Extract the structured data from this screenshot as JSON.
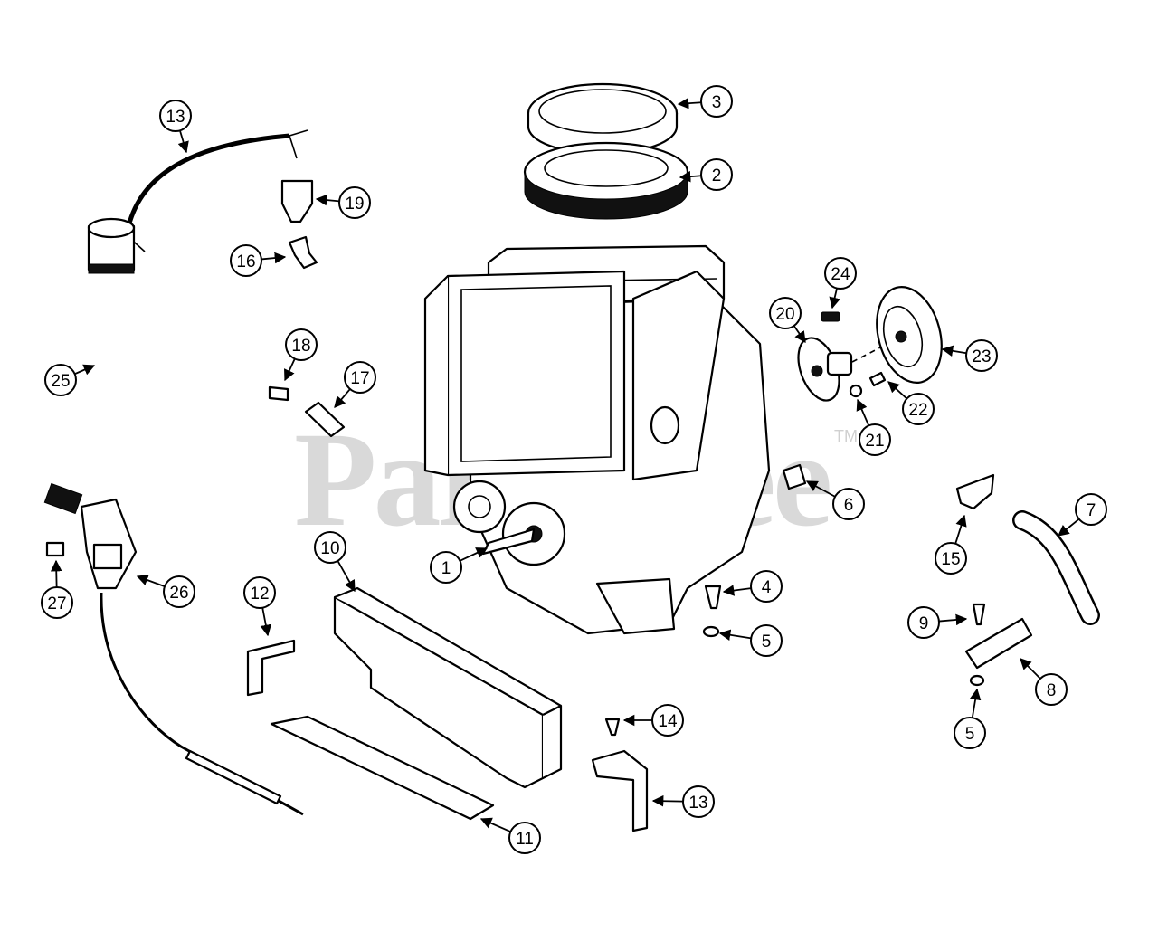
{
  "watermark": {
    "text": "PartsTree",
    "trademark": "TM"
  },
  "callouts": [
    {
      "id": "c1",
      "label": "1"
    },
    {
      "id": "c2",
      "label": "2"
    },
    {
      "id": "c3",
      "label": "3"
    },
    {
      "id": "c4",
      "label": "4"
    },
    {
      "id": "c5a",
      "label": "5"
    },
    {
      "id": "c5b",
      "label": "5"
    },
    {
      "id": "c6",
      "label": "6"
    },
    {
      "id": "c7",
      "label": "7"
    },
    {
      "id": "c8",
      "label": "8"
    },
    {
      "id": "c9",
      "label": "9"
    },
    {
      "id": "c10",
      "label": "10"
    },
    {
      "id": "c11",
      "label": "11"
    },
    {
      "id": "c12",
      "label": "12"
    },
    {
      "id": "c13a",
      "label": "13"
    },
    {
      "id": "c13b",
      "label": "13"
    },
    {
      "id": "c14",
      "label": "14"
    },
    {
      "id": "c15",
      "label": "15"
    },
    {
      "id": "c16",
      "label": "16"
    },
    {
      "id": "c17",
      "label": "17"
    },
    {
      "id": "c18",
      "label": "18"
    },
    {
      "id": "c19",
      "label": "19"
    },
    {
      "id": "c20",
      "label": "20"
    },
    {
      "id": "c21",
      "label": "21"
    },
    {
      "id": "c22",
      "label": "22"
    },
    {
      "id": "c23",
      "label": "23"
    },
    {
      "id": "c24",
      "label": "24"
    },
    {
      "id": "c25",
      "label": "25"
    },
    {
      "id": "c26",
      "label": "26"
    },
    {
      "id": "c27",
      "label": "27"
    }
  ]
}
